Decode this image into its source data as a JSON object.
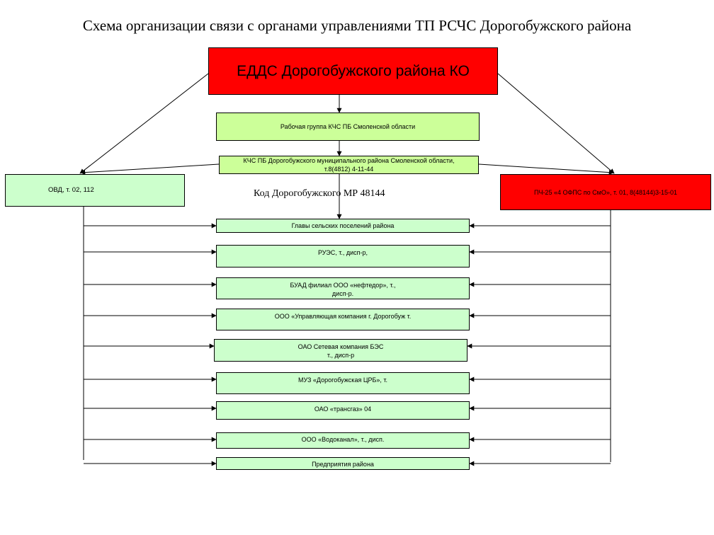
{
  "title": "Схема организации связи с органами управлениями ТП РСЧС Дорогобужского района",
  "top": {
    "edds": "ЕДДС Дорогобужского района КО"
  },
  "center": {
    "working_group": "Рабочая группа КЧС ПБ Смоленской области",
    "kchs_line1": "КЧС ПБ Дорогобужского муниципального района  Смоленской области,",
    "kchs_line2": "т.8(4812) 4-11-44",
    "code_label": "Код Дорогобужского МР 48144"
  },
  "left": {
    "ovd": "ОВД, т. 02, 112"
  },
  "right": {
    "pch": "ПЧ-25 «4 ОФПС по СмО», т. 01, 8(48144)3-15-01"
  },
  "services": [
    {
      "line1": "Главы сельских поселений района",
      "line2": ""
    },
    {
      "line1": "РУЭС, т., дисп-р,",
      "line2": ""
    },
    {
      "line1": "БУАД филиал ООО «нефтедор», т.,",
      "line2": "дисп-р."
    },
    {
      "line1": "ООО «Управляющая компания г. Дорогобуж т.",
      "line2": ""
    },
    {
      "line1": "ОАО Сетевая компания  БЭС",
      "line2": "т., дисп-р"
    },
    {
      "line1": "МУЗ «Дорогобужская ЦРБ», т.",
      "line2": ""
    },
    {
      "line1": "ОАО «трансгаз»  04",
      "line2": ""
    },
    {
      "line1": "ООО «Водоканал», т., дисп.",
      "line2": ""
    },
    {
      "line1": "Предприятия района",
      "line2": ""
    }
  ],
  "colors": {
    "red": "#ff0000",
    "green": "#ccff99",
    "lightgreen": "#ccffcc"
  }
}
